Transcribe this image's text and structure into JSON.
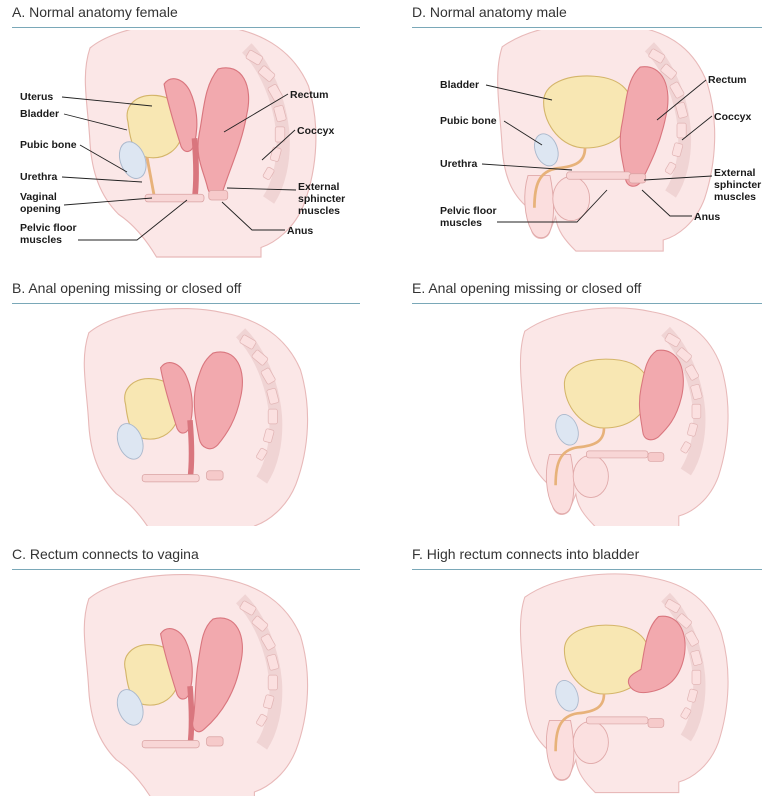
{
  "colors": {
    "skin": "#fbe7e7",
    "skin_edge": "#e8b9b9",
    "bladder": "#f8e7b3",
    "bladder_edge": "#d4b56a",
    "bone": "#dde6f2",
    "bone_edge": "#aab8cc",
    "organ": "#f2a9ae",
    "organ_edge": "#d9767e",
    "spine": "#f7dada",
    "rule": "#7aa8b8"
  },
  "panels": {
    "a": {
      "title": "A. Normal anatomy female",
      "labels": {
        "uterus": "Uterus",
        "bladder": "Bladder",
        "pubic_bone": "Pubic bone",
        "urethra": "Urethra",
        "vaginal_opening_1": "Vaginal",
        "vaginal_opening_2": "opening",
        "pelvic_floor_1": "Pelvic floor",
        "pelvic_floor_2": "muscles",
        "rectum": "Rectum",
        "coccyx": "Coccyx",
        "external_1": "External",
        "external_2": "sphincter",
        "external_3": "muscles",
        "anus": "Anus"
      }
    },
    "b": {
      "title": "B. Anal opening missing or closed off"
    },
    "c": {
      "title": "C. Rectum connects to vagina"
    },
    "d": {
      "title": "D. Normal anatomy male",
      "labels": {
        "bladder": "Bladder",
        "pubic_bone": "Pubic bone",
        "urethra": "Urethra",
        "pelvic_floor_1": "Pelvic floor",
        "pelvic_floor_2": "muscles",
        "rectum": "Rectum",
        "coccyx": "Coccyx",
        "external_1": "External",
        "external_2": "sphincter",
        "external_3": "muscles",
        "anus": "Anus"
      }
    },
    "e": {
      "title": "E. Anal opening missing or closed off"
    },
    "f": {
      "title": "F. High rectum connects into bladder"
    }
  }
}
